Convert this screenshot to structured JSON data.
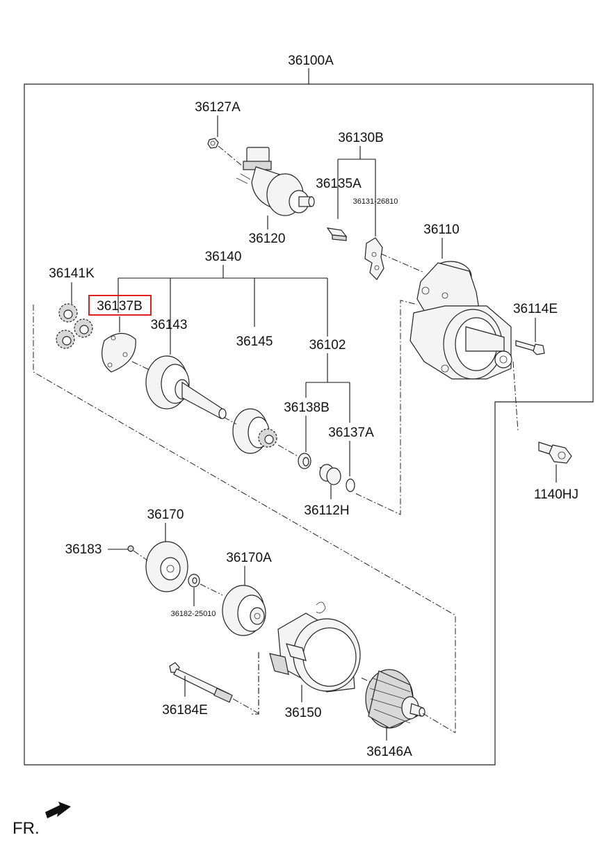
{
  "labels": {
    "p36100A": "36100A",
    "p36127A": "36127A",
    "p36130B": "36130B",
    "p36135A": "36135A",
    "p36131": "36131-26810",
    "p36120": "36120",
    "p36110": "36110",
    "p36140": "36140",
    "p36141K": "36141K",
    "p36137B": "36137B",
    "p36143": "36143",
    "p36145": "36145",
    "p36102": "36102",
    "p36114E": "36114E",
    "p36138B": "36138B",
    "p36137A": "36137A",
    "p36112H": "36112H",
    "p1140HJ": "1140HJ",
    "p36170": "36170",
    "p36183": "36183",
    "p36170A": "36170A",
    "p36182": "36182-25010",
    "p36184E": "36184E",
    "p36150": "36150",
    "p36146A": "36146A",
    "fr": "FR."
  },
  "highlight": {
    "color": "#e02020",
    "part": "36137B"
  }
}
